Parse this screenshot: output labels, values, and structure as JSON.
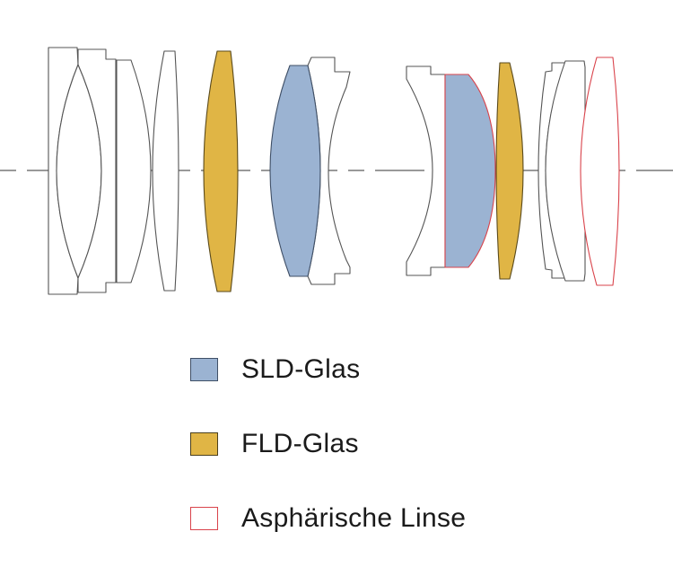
{
  "colors": {
    "sld": "#9bb3d2",
    "fld": "#e0b545",
    "aspherical_outline": "#d9434b",
    "outline": "#555555"
  },
  "legend": [
    {
      "label": "SLD-Glas",
      "type": "sld"
    },
    {
      "label": "FLD-Glas",
      "type": "fld"
    },
    {
      "label": "Asphärische Linse",
      "type": "aspherical"
    }
  ]
}
